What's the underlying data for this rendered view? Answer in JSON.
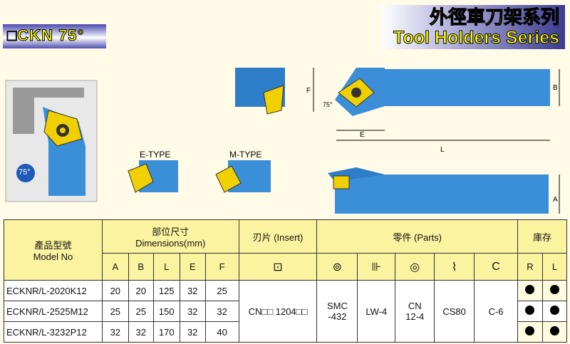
{
  "header": {
    "badge": "□CKN 75°",
    "series_cn": "外徑車刀架系列",
    "series_en": "Tool Holders Series"
  },
  "diagram": {
    "angle_label": "75°",
    "e_type": "E-TYPE",
    "m_type": "M-TYPE",
    "dims": {
      "F": "F",
      "B": "B",
      "E": "E",
      "L": "L",
      "A": "A",
      "angle": "75°"
    }
  },
  "table": {
    "model_cn": "產品型號",
    "model_en": "Model No",
    "dims_cn": "部位尺寸",
    "dims_en": "Dimensions(mm)",
    "insert": "刃片 (Insert)",
    "parts": "零件 (Parts)",
    "stock": "庫存",
    "dim_cols": [
      "A",
      "B",
      "L",
      "E",
      "F"
    ],
    "stock_cols": [
      "R",
      "L"
    ],
    "part_icons": [
      "insert-icon",
      "shim-icon",
      "screw-icon",
      "clamp-icon",
      "spring-icon",
      "c-ring-icon"
    ],
    "rows": [
      {
        "model": "ECKNR/L-2020K12",
        "A": "20",
        "B": "20",
        "L": "125",
        "E": "32",
        "F": "25"
      },
      {
        "model": "ECKNR/L-2525M12",
        "A": "25",
        "B": "25",
        "L": "150",
        "E": "32",
        "F": "32"
      },
      {
        "model": "ECKNR/L-3232P12",
        "A": "32",
        "B": "32",
        "L": "170",
        "E": "32",
        "F": "40"
      }
    ],
    "insert_value": "CN□□ 1204□□",
    "parts_values": [
      "SMC\n-432",
      "LW-4",
      "CN\n12-4",
      "CS80",
      "C-6"
    ]
  }
}
